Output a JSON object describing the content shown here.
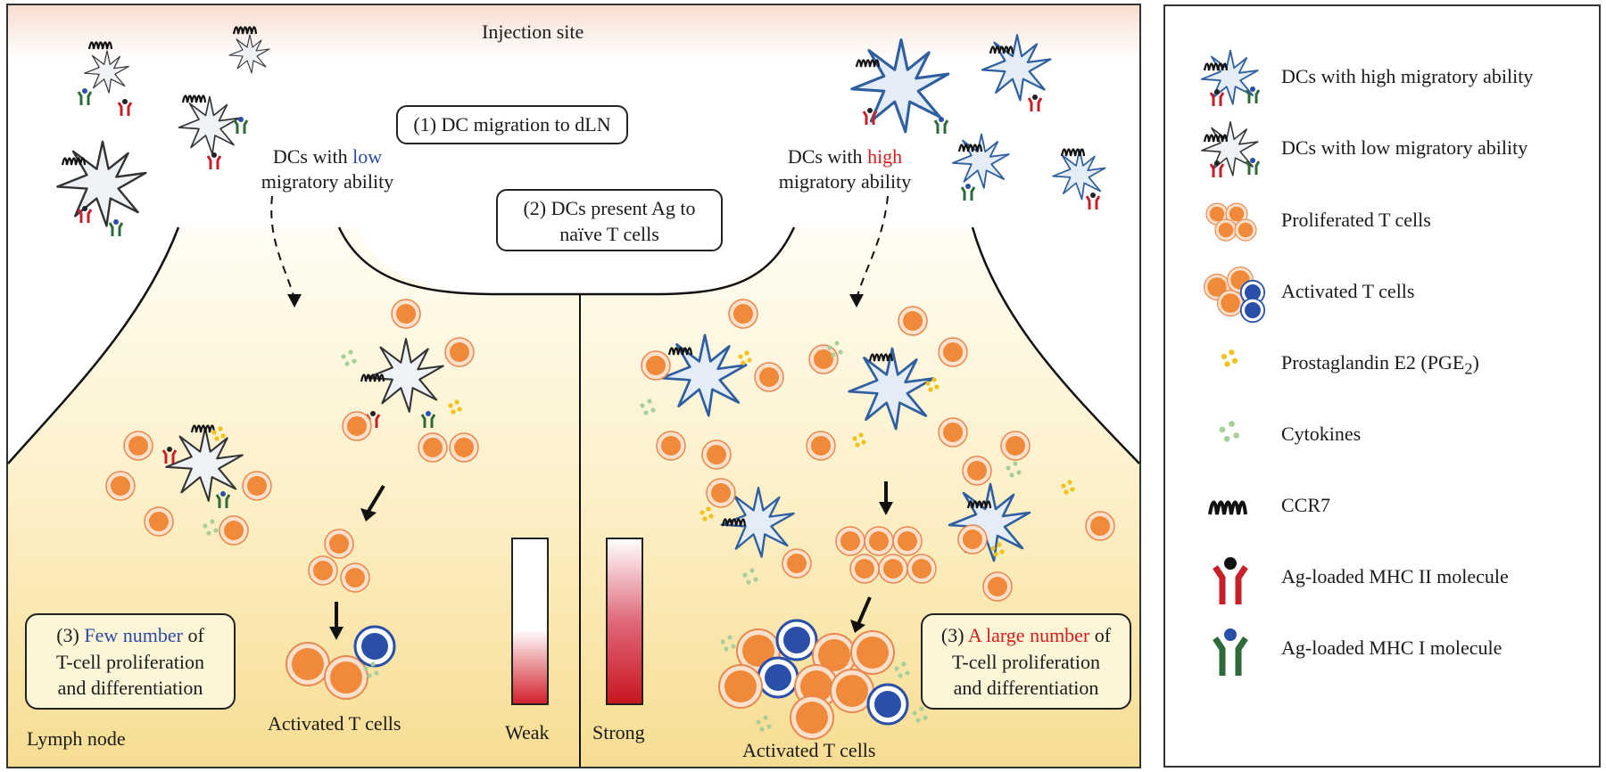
{
  "diagram": {
    "injection_site": "Injection site",
    "step1": "(1) DC migration to dLN",
    "step2_line1": "(2) DCs present Ag to",
    "step2_line2": "naïve T cells",
    "low_dc_label": {
      "prefix": "DCs with ",
      "highlight": "low",
      "line2": "migratory ability"
    },
    "high_dc_label": {
      "prefix": "DCs with ",
      "highlight": "high",
      "line2": "migratory ability"
    },
    "left_outcome": {
      "prefix": "(3) ",
      "highlight": "Few number",
      "suffix": " of",
      "line2": "T-cell proliferation",
      "line3": "and differentiation"
    },
    "right_outcome": {
      "prefix": "(3) ",
      "highlight": "A large number",
      "suffix": " of",
      "line2": "T-cell proliferation",
      "line3": "and differentiation"
    },
    "lymph_node": "Lymph node",
    "activated_left": "Activated T cells",
    "activated_right": "Activated T cells",
    "weak": "Weak",
    "strong": "Strong",
    "colors": {
      "t_cell_orange": "#f08a3a",
      "activated_blue": "#2a4fa8",
      "mhc2_red": "#c8202a",
      "mhc1_green": "#2f6b3a",
      "pge2_yellow": "#f2c21a",
      "cytokine_green": "#a8cf9a",
      "node_yellow": "#f8e4a6",
      "dc_high_outline": "#2f5f9e"
    }
  },
  "legend": {
    "items": [
      {
        "icon": "dc-high-migratory-icon",
        "label": "DCs with high migratory ability"
      },
      {
        "icon": "dc-low-migratory-icon",
        "label": "DCs with low migratory ability"
      },
      {
        "icon": "proliferated-t-cells-icon",
        "label": "Proliferated T cells"
      },
      {
        "icon": "activated-t-cells-icon",
        "label": "Activated T cells"
      },
      {
        "icon": "pge2-icon",
        "label": "Prostaglandin E2 (PGE",
        "sub": "2",
        "suffix": ")"
      },
      {
        "icon": "cytokines-icon",
        "label": "Cytokines"
      },
      {
        "icon": "ccr7-icon",
        "label": "CCR7"
      },
      {
        "icon": "mhc2-icon",
        "label": "Ag-loaded MHC II molecule"
      },
      {
        "icon": "mhc1-icon",
        "label": "Ag-loaded MHC I molecule"
      }
    ]
  }
}
